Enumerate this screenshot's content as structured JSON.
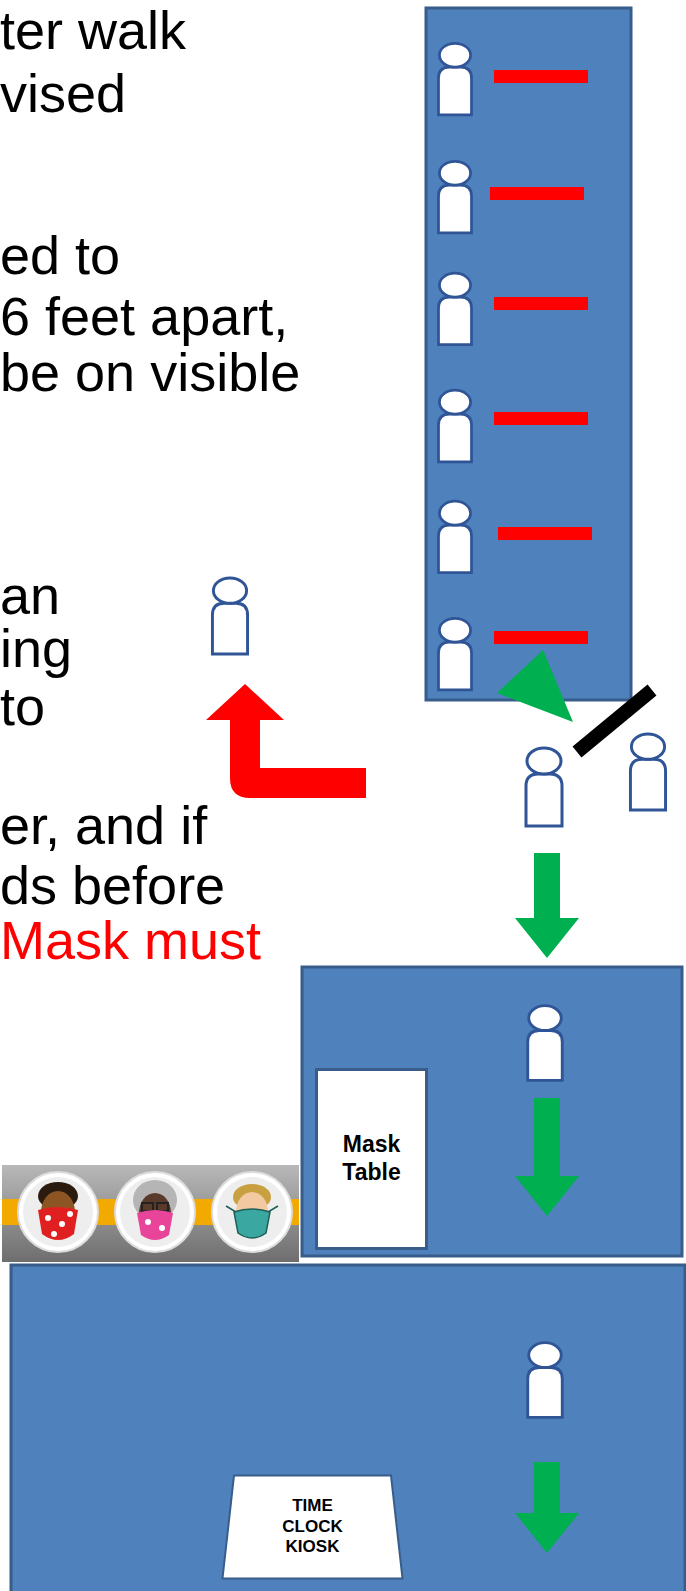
{
  "diagram": {
    "nodes": [
      {
        "text": [
          "Mask Table"
        ]
      },
      {
        "text": [
          "TIME CLOCK KIOSK"
        ]
      }
    ],
    "labels": [
      "ter walk",
      "vised",
      "ed to",
      "6 feet apart,",
      "be on visible",
      "an",
      "ing",
      "to",
      "er, and if",
      "ds before",
      "Mask must"
    ]
  }
}
